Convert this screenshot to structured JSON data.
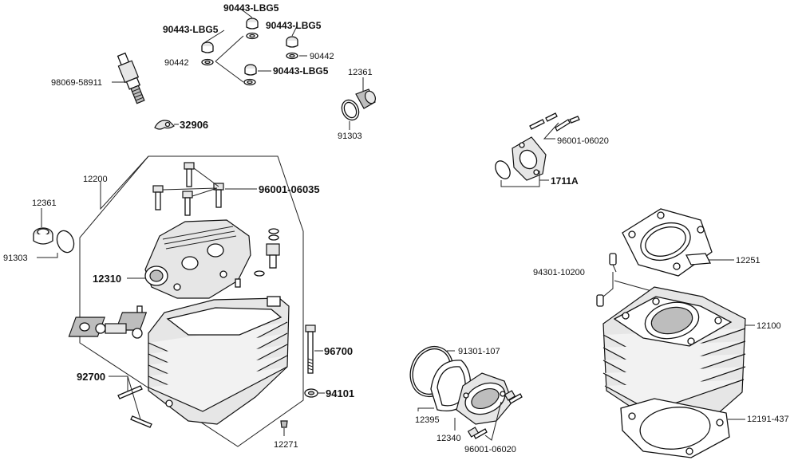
{
  "parts": {
    "p_90443_top": "90443-LBG5",
    "p_90443_left": "90443-LBG5",
    "p_90443_right": "90443-LBG5",
    "p_90443_lower": "90443-LBG5",
    "p_90442_left": "90442",
    "p_90442_right": "90442",
    "p_98069": "98069-58911",
    "p_32906": "32906",
    "p_12361_top": "12361",
    "p_91303_top": "91303",
    "p_12200": "12200",
    "p_12361_left": "12361",
    "p_91303_left": "91303",
    "p_96001_06035": "96001-06035",
    "p_12310": "12310",
    "p_96700": "96700",
    "p_92700": "92700",
    "p_94101": "94101",
    "p_12271": "12271",
    "p_96001_06020_top": "96001-06020",
    "p_1711A": "1711A",
    "p_12251": "12251",
    "p_94301": "94301-10200",
    "p_12100": "12100",
    "p_91301": "91301-107",
    "p_12395": "12395",
    "p_12340": "12340",
    "p_96001_06020_bot": "96001-06020",
    "p_12191": "12191-437"
  }
}
